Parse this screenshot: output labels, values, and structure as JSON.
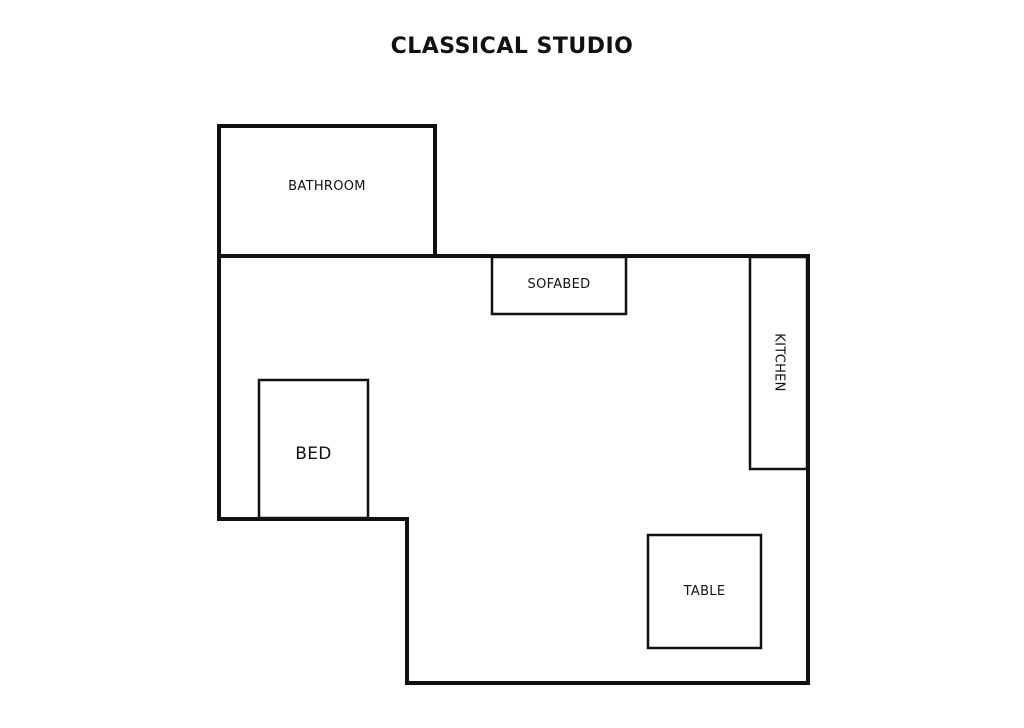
{
  "title": "CLASSICAL STUDIO",
  "rooms": {
    "bathroom": {
      "label": "BATHROOM"
    },
    "sofabed": {
      "label": "SOFABED"
    },
    "kitchen": {
      "label": "KITCHEN"
    },
    "bed": {
      "label": "BED"
    },
    "table": {
      "label": "TABLE"
    }
  },
  "colors": {
    "line": "#111111",
    "background": "#ffffff"
  }
}
